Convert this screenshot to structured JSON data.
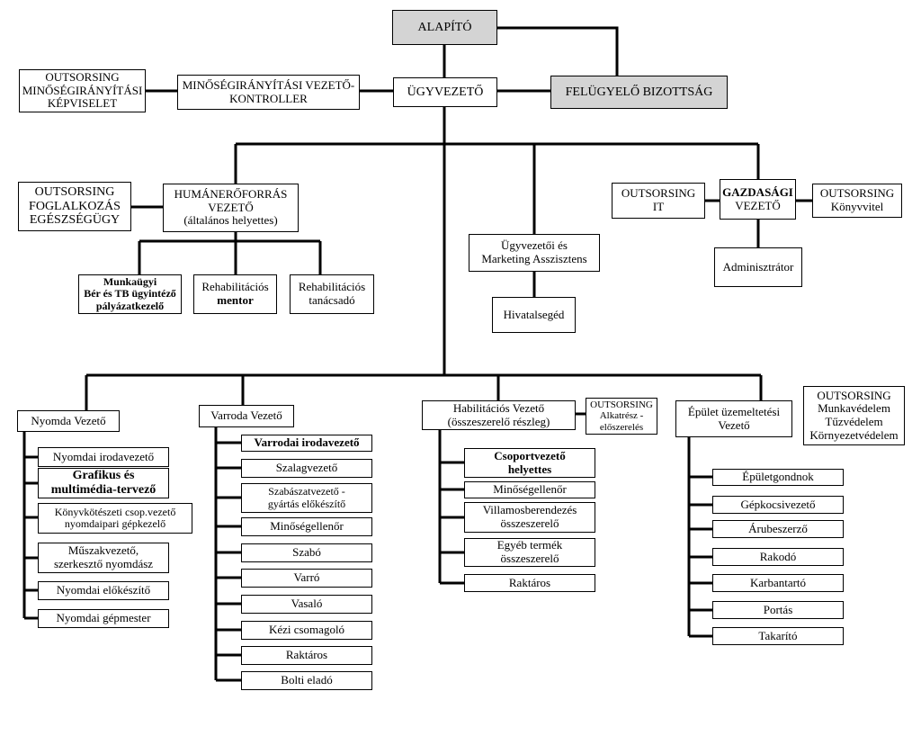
{
  "alapito": "ALAPÍTÓ",
  "ugyvezeto": "ÜGYVEZETŐ",
  "felugyelo": "FELÜGYELŐ BIZOTTSÁG",
  "minoseg_vezeto": [
    "MINŐSÉGIRÁNYÍTÁSI VEZETŐ-",
    "KONTROLLER"
  ],
  "outs_minoseg": [
    "OUTSORSING",
    "MINŐSÉGIRÁNYÍTÁSI",
    "KÉPVISELET"
  ],
  "outs_foglalkozas": [
    "OUTSORSING",
    "FOGLALKOZÁS",
    "EGÉSZSÉGÜGY"
  ],
  "human": [
    "HUMÁNERŐFORRÁS",
    "VEZETŐ",
    "(általános helyettes)"
  ],
  "munkaugyi": [
    "Munkaügyi",
    "Bér és TB ügyintéző",
    "pályázatkezelő"
  ],
  "rehab_mentor": [
    "Rehabilitációs",
    "mentor"
  ],
  "rehab_tanacsado": [
    "Rehabilitációs",
    "tanácsadó"
  ],
  "asszisztens": [
    "Ügyvezetői és",
    "Marketing Asszisztens"
  ],
  "hivatalseged": "Hivatalsegéd",
  "outs_it": [
    "OUTSORSING",
    "IT"
  ],
  "gazdasagi": [
    "GAZDASÁGI",
    "VEZETŐ"
  ],
  "outs_konyvvitel": [
    "OUTSORSING",
    "Könyvvitel"
  ],
  "adminisztrator": "Adminisztrátor",
  "nyomda": {
    "head": "Nyomda Vezető",
    "items": [
      [
        "Nyomdai irodavezető"
      ],
      [
        "Grafikus és",
        "multimédia-tervező"
      ],
      [
        "Könyvkötészeti csop.vezető",
        "nyomdaipari gépkezelő"
      ],
      [
        "Műszakvezető,",
        "szerkesztő nyomdász"
      ],
      [
        "Nyomdai előkészítő"
      ],
      [
        "Nyomdai gépmester"
      ]
    ]
  },
  "varroda": {
    "head": "Varroda Vezető",
    "items": [
      [
        "Varrodai irodavezető"
      ],
      [
        "Szalagvezető"
      ],
      [
        "Szabászatvezető -",
        "gyártás előkészítő"
      ],
      [
        "Minőségellenőr"
      ],
      [
        "Szabó"
      ],
      [
        "Varró"
      ],
      [
        "Vasaló"
      ],
      [
        "Kézi csomagoló"
      ],
      [
        "Raktáros"
      ],
      [
        "Bolti eladó"
      ]
    ]
  },
  "habilitacios": {
    "head": [
      "Habilitációs Vezető",
      "(összeszerelő részleg)"
    ],
    "outs": [
      "OUTSORSING",
      "Alkatrész -",
      "előszerelés"
    ],
    "items": [
      [
        "Csoportvezető",
        "helyettes"
      ],
      [
        "Minőségellenőr"
      ],
      [
        "Villamosberendezés",
        "összeszerelő"
      ],
      [
        "Egyéb termék",
        "összeszerelő"
      ],
      [
        "Raktáros"
      ]
    ]
  },
  "epulet": {
    "head": [
      "Épület üzemeltetési",
      "Vezető"
    ],
    "outs": [
      "OUTSORSING",
      "Munkavédelem",
      "Tűzvédelem",
      "Környezetvédelem"
    ],
    "items": [
      [
        "Épületgondnok"
      ],
      [
        "Gépkocsivezető"
      ],
      [
        "Árubeszerző"
      ],
      [
        "Rakodó"
      ],
      [
        "Karbantartó"
      ],
      [
        "Portás"
      ],
      [
        "Takarító"
      ]
    ]
  }
}
